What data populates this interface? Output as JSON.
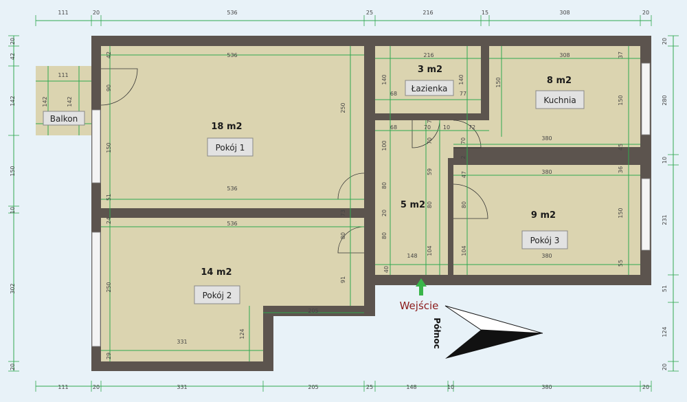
{
  "rooms": {
    "pokoj1": {
      "area": "18 m2",
      "name": "Pokój 1"
    },
    "pokoj2": {
      "area": "14 m2",
      "name": "Pokój 2"
    },
    "lazienka": {
      "area": "3 m2",
      "name": "Łazienka"
    },
    "kuchnia": {
      "area": "8 m2",
      "name": "Kuchnia"
    },
    "hall": {
      "area": "5 m2"
    },
    "pokoj3": {
      "area": "9 m2",
      "name": "Pokój 3"
    },
    "balkon": {
      "name": "Balkon"
    }
  },
  "entrance_label": "Wejście",
  "north_label": "Północ",
  "colors": {
    "wall": "#5c544e",
    "floor": "#dbd4b0",
    "guide": "#2fa84f",
    "background": "#e8f2f8",
    "arrow": "#3ab54a"
  },
  "dims": {
    "top": [
      "111",
      "20",
      "536",
      "25",
      "216",
      "15",
      "308",
      "20"
    ],
    "bottom": [
      "111",
      "20",
      "331",
      "205",
      "25",
      "148",
      "10",
      "380",
      "20"
    ],
    "left": [
      "20",
      "42",
      "142",
      "150",
      "10",
      "302",
      "20"
    ],
    "right": [
      "20",
      "280",
      "10",
      "231",
      "51",
      "124",
      "20"
    ],
    "interior": [
      "536",
      "536",
      "536",
      "216",
      "308",
      "380",
      "380",
      "380",
      "148",
      "205",
      "331",
      "42",
      "90",
      "250",
      "150",
      "51",
      "24",
      "250",
      "29",
      "91",
      "124",
      "140",
      "140",
      "68",
      "70",
      "77",
      "68",
      "70",
      "10",
      "72",
      "37",
      "150",
      "150",
      "45",
      "36",
      "150",
      "55",
      "100",
      "59",
      "80",
      "47",
      "80",
      "20",
      "73",
      "80",
      "80",
      "104",
      "104",
      "40",
      "70",
      "70",
      "7",
      "2",
      "80",
      "111",
      "142",
      "142",
      "111"
    ]
  }
}
